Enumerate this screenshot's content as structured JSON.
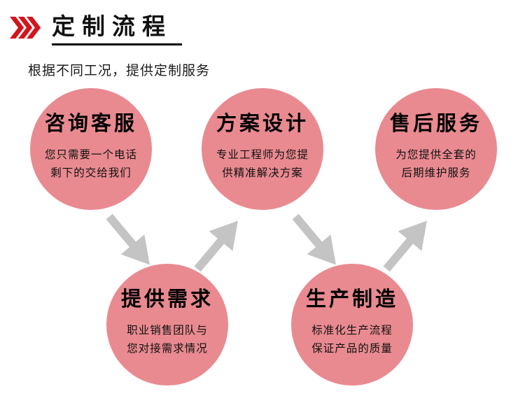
{
  "page": {
    "title": "定制流程",
    "subtitle": "根据不同工况，提供定制服务"
  },
  "icons": {
    "header_icon": "triple-chevron-right-icon",
    "flow_arrows": [
      "down-right",
      "up-right",
      "down-right",
      "up-right"
    ]
  },
  "colors": {
    "accent_red": "#d2151e",
    "circle_pink": "#e98a90",
    "arrow_gray": "#c4c4c4",
    "underline_black": "#000000"
  },
  "steps": [
    {
      "title": "咨询客服",
      "line1": "您只需要一个电话",
      "line2": "剩下的交给我们"
    },
    {
      "title": "方案设计",
      "line1": "专业工程师为您提",
      "line2": "供精准解决方案"
    },
    {
      "title": "售后服务",
      "line1": "为您提供全套的",
      "line2": "后期维护服务"
    },
    {
      "title": "提供需求",
      "line1": "职业销售团队与",
      "line2": "您对接需求情况"
    },
    {
      "title": "生产制造",
      "line1": "标准化生产流程",
      "line2": "保证产品的质量"
    }
  ]
}
